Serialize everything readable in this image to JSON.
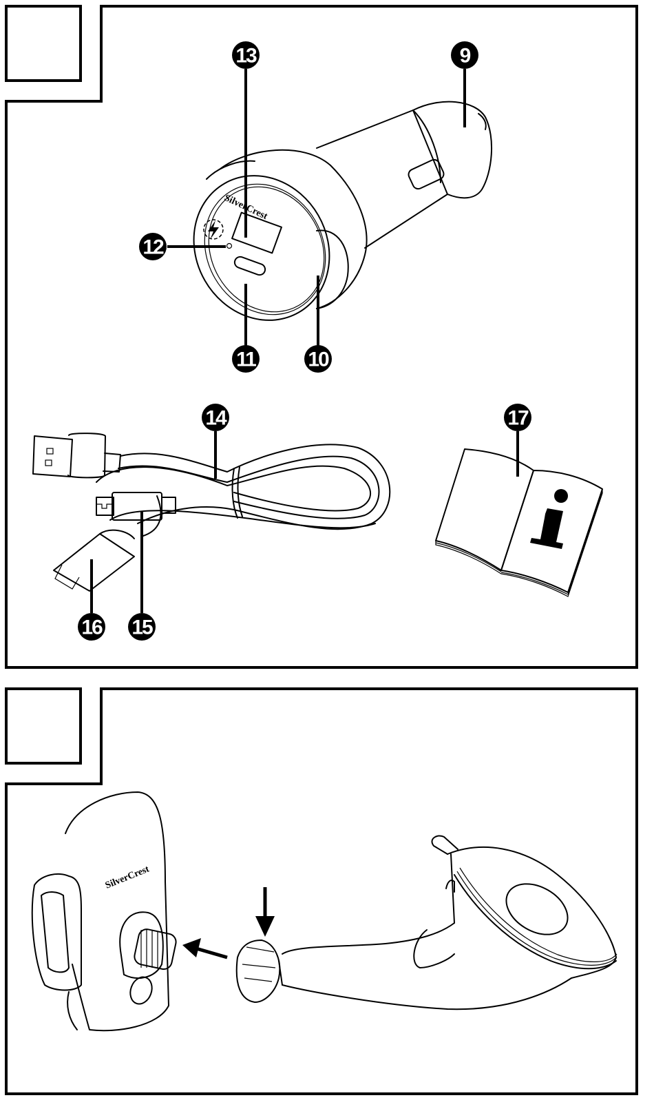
{
  "figures": [
    {
      "id_label": "",
      "items": [
        {
          "number": "9",
          "part": "car-charger-plug-tip"
        },
        {
          "number": "10",
          "part": "car-charger-body"
        },
        {
          "number": "11",
          "part": "usb-c-port"
        },
        {
          "number": "12",
          "part": "led-indicator"
        },
        {
          "number": "13",
          "part": "usb-a-port"
        },
        {
          "number": "14",
          "part": "charging-cable"
        },
        {
          "number": "15",
          "part": "usb-c-connector"
        },
        {
          "number": "16",
          "part": "micro-usb-adapter"
        },
        {
          "number": "17",
          "part": "instruction-manual"
        }
      ],
      "brand_text": "SilverCrest"
    },
    {
      "id_label": "",
      "brand_text": "SilverCrest",
      "arrows": [
        "press-down",
        "insert-left"
      ]
    }
  ],
  "colors": {
    "ink": "#000000",
    "paper": "#ffffff"
  }
}
